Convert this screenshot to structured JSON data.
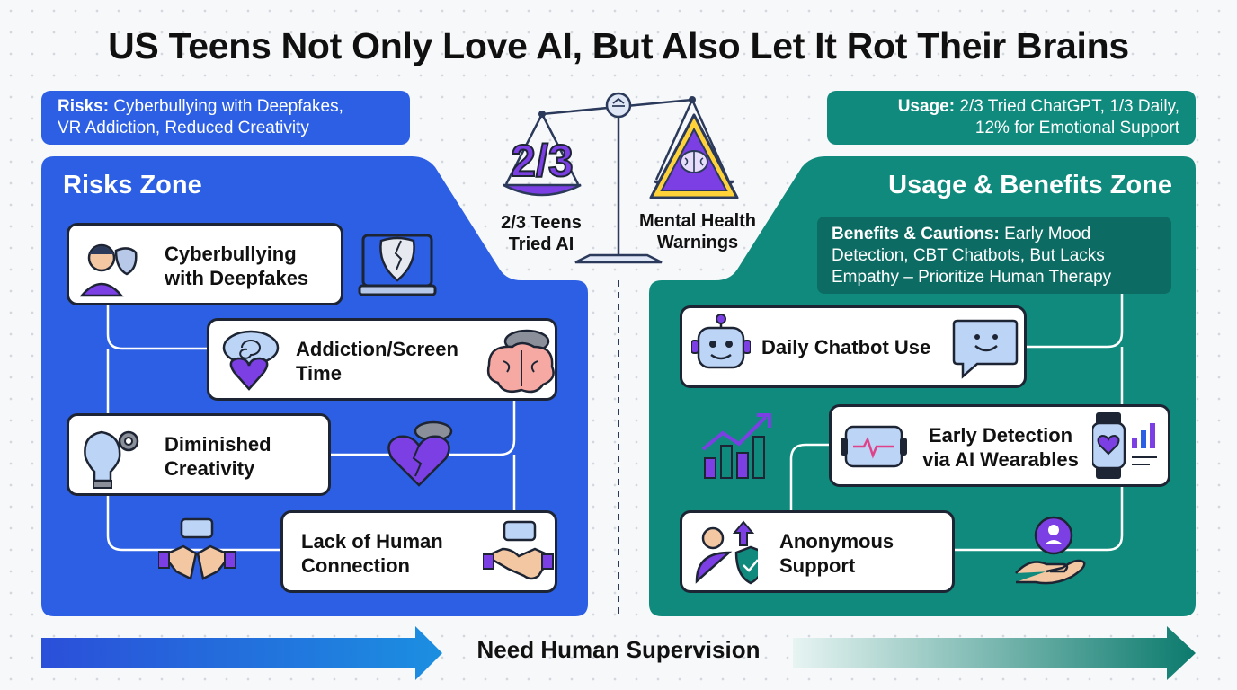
{
  "title": "US Teens Not Only Love AI, But Also Let It Rot Their Brains",
  "risks_tag": {
    "label": "Risks:",
    "line1": "Cyberbullying with Deepfakes,",
    "line2": "VR Addiction, Reduced Creativity"
  },
  "usage_tag": {
    "label": "Usage:",
    "line1": "2/3 Tried ChatGPT, 1/3 Daily,",
    "line2": "12% for Emotional Support"
  },
  "center": {
    "fraction": "2/3",
    "left_line1": "2/3 Teens",
    "left_line2": "Tried AI",
    "right_line1": "Mental Health",
    "right_line2": "Warnings"
  },
  "risks_zone": {
    "title": "Risks Zone",
    "cards": [
      {
        "line1": "Cyberbullying",
        "line2": "with Deepfakes"
      },
      {
        "line1": "Addiction/Screen",
        "line2": "Time"
      },
      {
        "line1": "Diminished",
        "line2": "Creativity"
      },
      {
        "line1": "Lack of Human",
        "line2": "Connection"
      }
    ]
  },
  "benefits_zone": {
    "title": "Usage & Benefits Zone",
    "note_label": "Benefits & Cautions:",
    "note_line1": "Early Mood",
    "note_line2": "Detection, CBT Chatbots, But Lacks",
    "note_line3": "Empathy – Prioritize Human Therapy",
    "cards": [
      {
        "line1": "Daily Chatbot Use"
      },
      {
        "line1": "Early Detection",
        "line2": "via AI Wearables"
      },
      {
        "line1": "Anonymous",
        "line2": "Support"
      }
    ]
  },
  "footer": "Need Human Supervision",
  "colors": {
    "risk_blue": "#2c5fe3",
    "benefit_teal": "#0f8a7c",
    "accent_purple": "#7b3fe4"
  }
}
